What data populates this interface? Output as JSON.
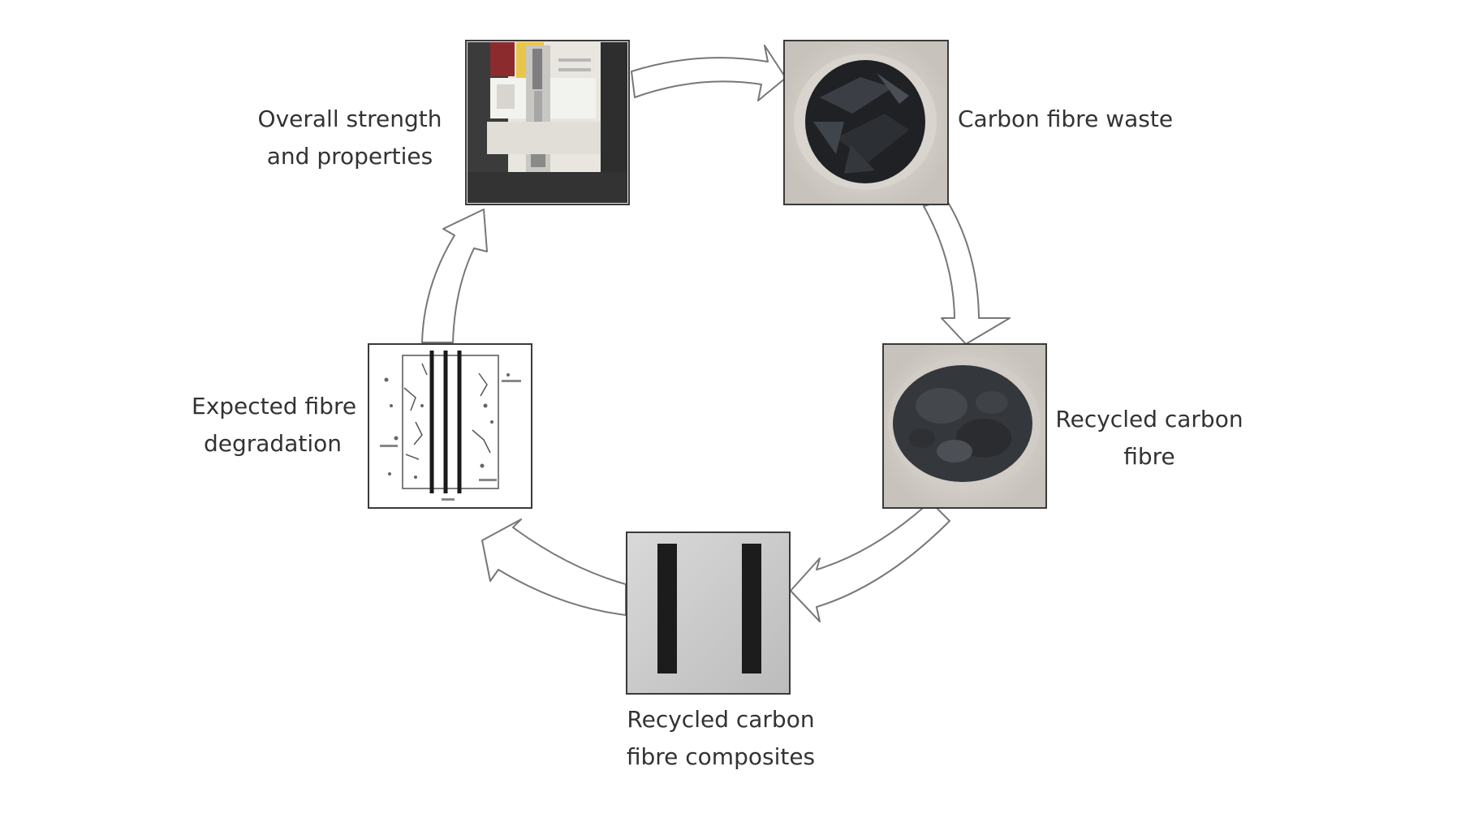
{
  "steps": [
    {
      "id": "strength",
      "lines": [
        "Overall strength",
        "and properties"
      ],
      "image": "tensile-testing-machine-photo"
    },
    {
      "id": "waste",
      "lines": [
        "Carbon fibre waste"
      ],
      "image": "carbon-fibre-waste-photo"
    },
    {
      "id": "rcf",
      "lines": [
        "Recycled carbon",
        "fibre"
      ],
      "image": "recycled-carbon-fibre-photo"
    },
    {
      "id": "composites",
      "lines": [
        "Recycled carbon",
        "fibre composites"
      ],
      "image": "composite-specimens-photo"
    },
    {
      "id": "degradation",
      "lines": [
        "Expected fibre",
        "degradation"
      ],
      "image": "fibre-degradation-schematic"
    }
  ],
  "colors": {
    "arrow_stroke": "#777777",
    "frame": "#3a3a3a",
    "fibre_dark": "#1f2124"
  }
}
